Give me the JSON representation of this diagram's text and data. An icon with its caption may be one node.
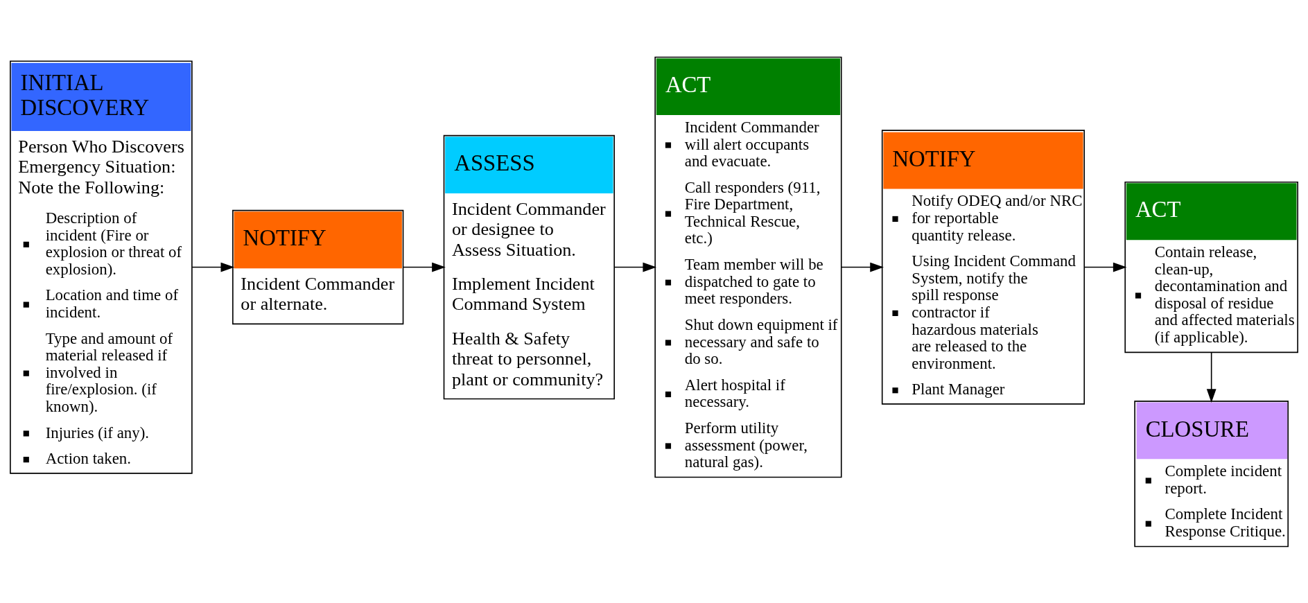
{
  "diagram": {
    "nodes": [
      {
        "text": [
          "INITIAL DISCOVERY",
          "Person Who Discovers Emergency Situation: Note the Following:",
          "Description of incident (Fire or explosion or threat of explosion).",
          "Location and time of incident.",
          "Type and amount of material released if involved in fire/explosion. (if known).",
          "Injuries (if any).",
          "Action taken."
        ]
      },
      {
        "text": [
          "NOTIFY",
          "Incident Commander or alternate."
        ]
      },
      {
        "text": [
          "ASSESS",
          "Incident Commander or designee to Assess Situation.",
          "Implement Incident Command System",
          "Health & Safety threat to personnel, plant or community?"
        ]
      },
      {
        "text": [
          "ACT",
          "Incident Commander will alert occupants and evacuate.",
          "Call responders (911, Fire Department, Technical Rescue, etc.)",
          "Team member will be dispatched to gate to meet responders.",
          "Shut down equipment if necessary and safe to do so.",
          "Alert hospital if necessary.",
          "Perform utility assessment (power, natural gas)."
        ]
      },
      {
        "text": [
          "NOTIFY",
          "Notify ODEQ and/or NRC for reportable quantity release.",
          "Using Incident Command System, notify the spill response contractor if hazardous materials are released to the environment.",
          "Plant Manager"
        ]
      },
      {
        "text": [
          "ACT",
          "Contain release, clean-up, decontamination and disposal of residue and affected materials (if applicable)."
        ]
      },
      {
        "text": [
          "CLOSURE",
          "Complete incident report.",
          "Complete Incident Response Critique."
        ]
      }
    ],
    "edges": [
      {
        "from": 0,
        "to": 1,
        "arrow": "to"
      },
      {
        "from": 1,
        "to": 2,
        "arrow": "to"
      },
      {
        "from": 2,
        "to": 3,
        "arrow": "to"
      },
      {
        "from": 3,
        "to": 4,
        "arrow": "to"
      },
      {
        "from": 4,
        "to": 5,
        "arrow": "to"
      },
      {
        "from": 5,
        "to": 6,
        "arrow": "to"
      }
    ]
  }
}
